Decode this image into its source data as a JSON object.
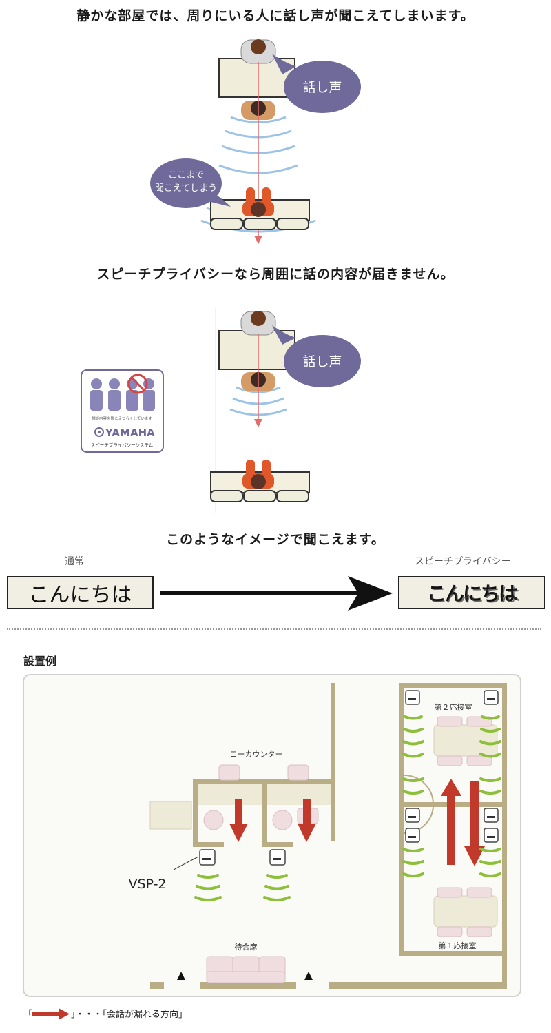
{
  "headings": {
    "top": "静かな部屋では、周りにいる人に話し声が聞こえてしまいます。",
    "middle": "スピーチプライバシーなら周囲に話の内容が届きません。",
    "image_desc": "このようなイメージで聞こえます。"
  },
  "scene1": {
    "speech_bubble": "話し声",
    "overhear_bubble_line1": "ここまで",
    "overhear_bubble_line2": "聞こえてしまう"
  },
  "scene2": {
    "speech_bubble": "話し声"
  },
  "badge": {
    "caption": "相談内容を聞こえづらくしています",
    "brand": "YAMAHA",
    "system": "スピーチプライバシーシステム"
  },
  "comparison": {
    "normal_label": "通常",
    "normal_text": "こんにちは",
    "privacy_label": "スピーチプライバシー",
    "privacy_text": "こんにちは"
  },
  "install": {
    "title": "設置例",
    "low_counter": "ローカウンター",
    "room2": "第２応接室",
    "room1": "第１応接室",
    "waiting": "待合席",
    "device": "VSP-2"
  },
  "legend": {
    "open": "「",
    "close": "」・・・「会話が漏れる方向」"
  },
  "colors": {
    "bubble": "#6f6a9a",
    "arrow_red": "#c0392b",
    "wave_blue": "#9cc3e6",
    "wave_green": "#8dbf3a",
    "wall": "#b9ad86",
    "person_orange": "#e0582a"
  }
}
